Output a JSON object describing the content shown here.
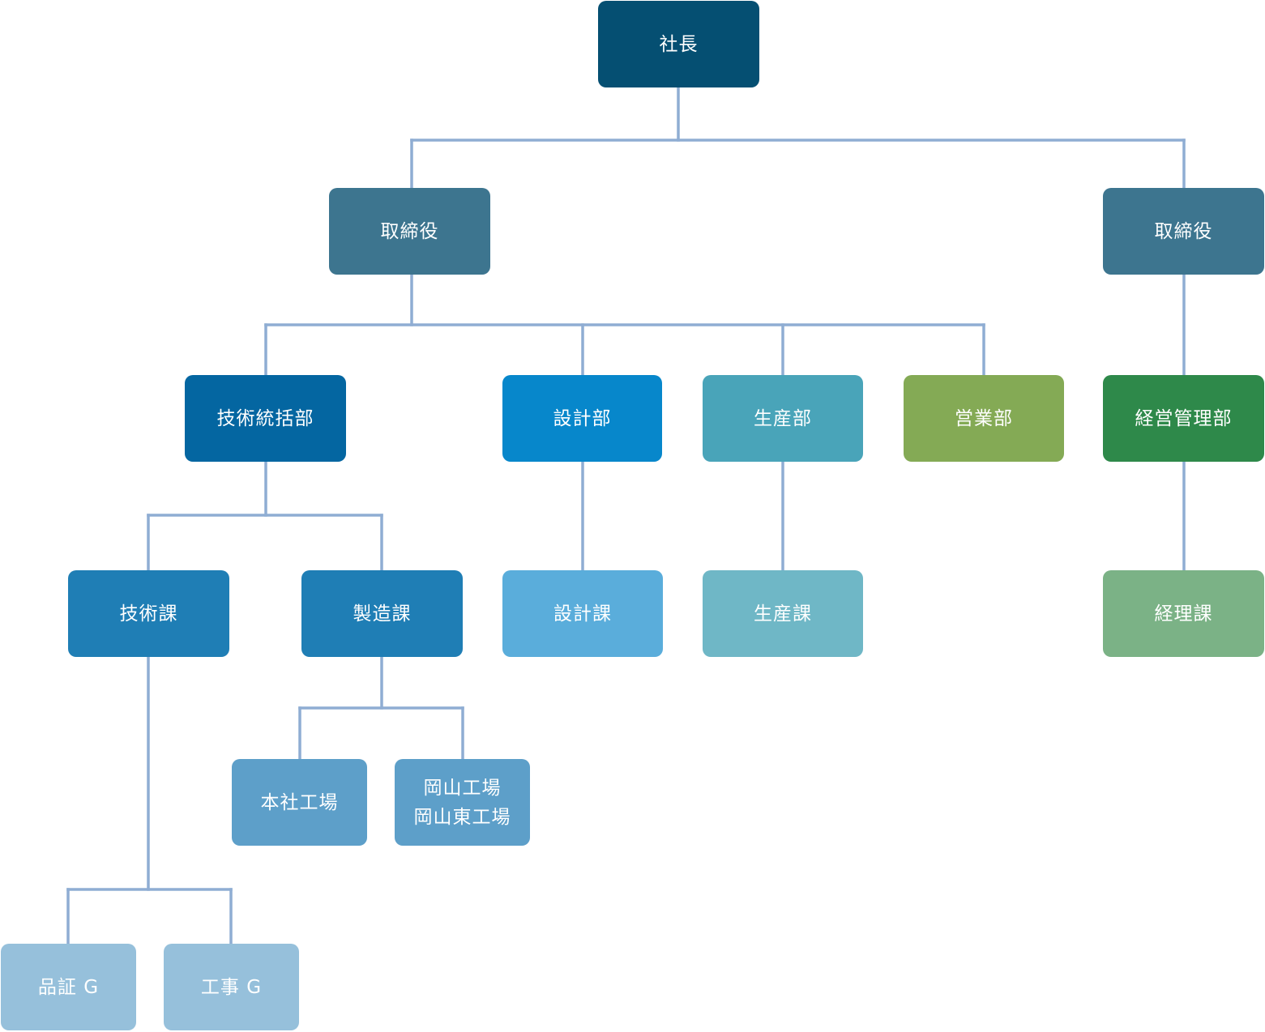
{
  "nodes": {
    "president": {
      "label": "社長",
      "color": "#054f72"
    },
    "director_left": {
      "label": "取締役",
      "color": "#3d758f"
    },
    "director_right": {
      "label": "取締役",
      "color": "#3d758f"
    },
    "tech_division": {
      "label": "技術統括部",
      "color": "#0466a1"
    },
    "design_division": {
      "label": "設計部",
      "color": "#0787cb"
    },
    "prod_division": {
      "label": "生産部",
      "color": "#49a4b9"
    },
    "sales_division": {
      "label": "営業部",
      "color": "#84aa55"
    },
    "mgmt_division": {
      "label": "経営管理部",
      "color": "#2e894a"
    },
    "tech_section": {
      "label": "技術課",
      "color": "#1f7eb5"
    },
    "mfg_section": {
      "label": "製造課",
      "color": "#1f7eb5"
    },
    "design_section": {
      "label": "設計課",
      "color": "#5aaddb"
    },
    "prod_section": {
      "label": "生産課",
      "color": "#6fb7c6"
    },
    "acct_section": {
      "label": "経理課",
      "color": "#7bb286"
    },
    "hq_factory": {
      "label": "本社工場",
      "color": "#5d9fc9"
    },
    "okayama_factories": {
      "line1": "岡山工場",
      "line2": "岡山東工場",
      "color": "#5d9fc9"
    },
    "qa_group": {
      "label": "品証 G",
      "color": "#96c0db"
    },
    "construction_group": {
      "label": "工事 G",
      "color": "#96c0db"
    }
  },
  "connector_color": "#8fadd3"
}
